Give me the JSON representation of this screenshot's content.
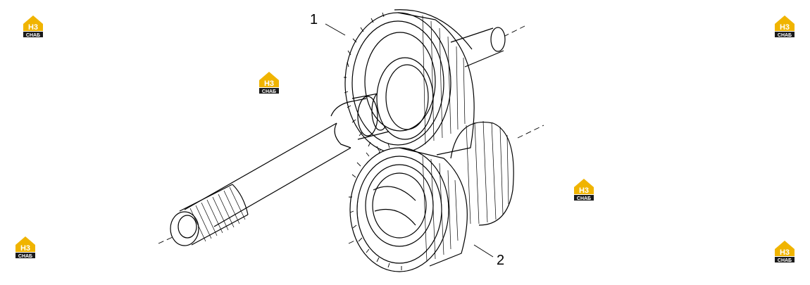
{
  "diagram": {
    "callouts": [
      {
        "id": "1",
        "label": "1"
      },
      {
        "id": "2",
        "label": "2"
      }
    ]
  },
  "watermark": {
    "mark": "Н3",
    "text": "СНАБ",
    "colors": {
      "house": "#f0b400",
      "badge": "#1a1a1a",
      "mark": "#ffffff"
    }
  },
  "colors": {
    "line": "#000000",
    "background": "#ffffff"
  }
}
